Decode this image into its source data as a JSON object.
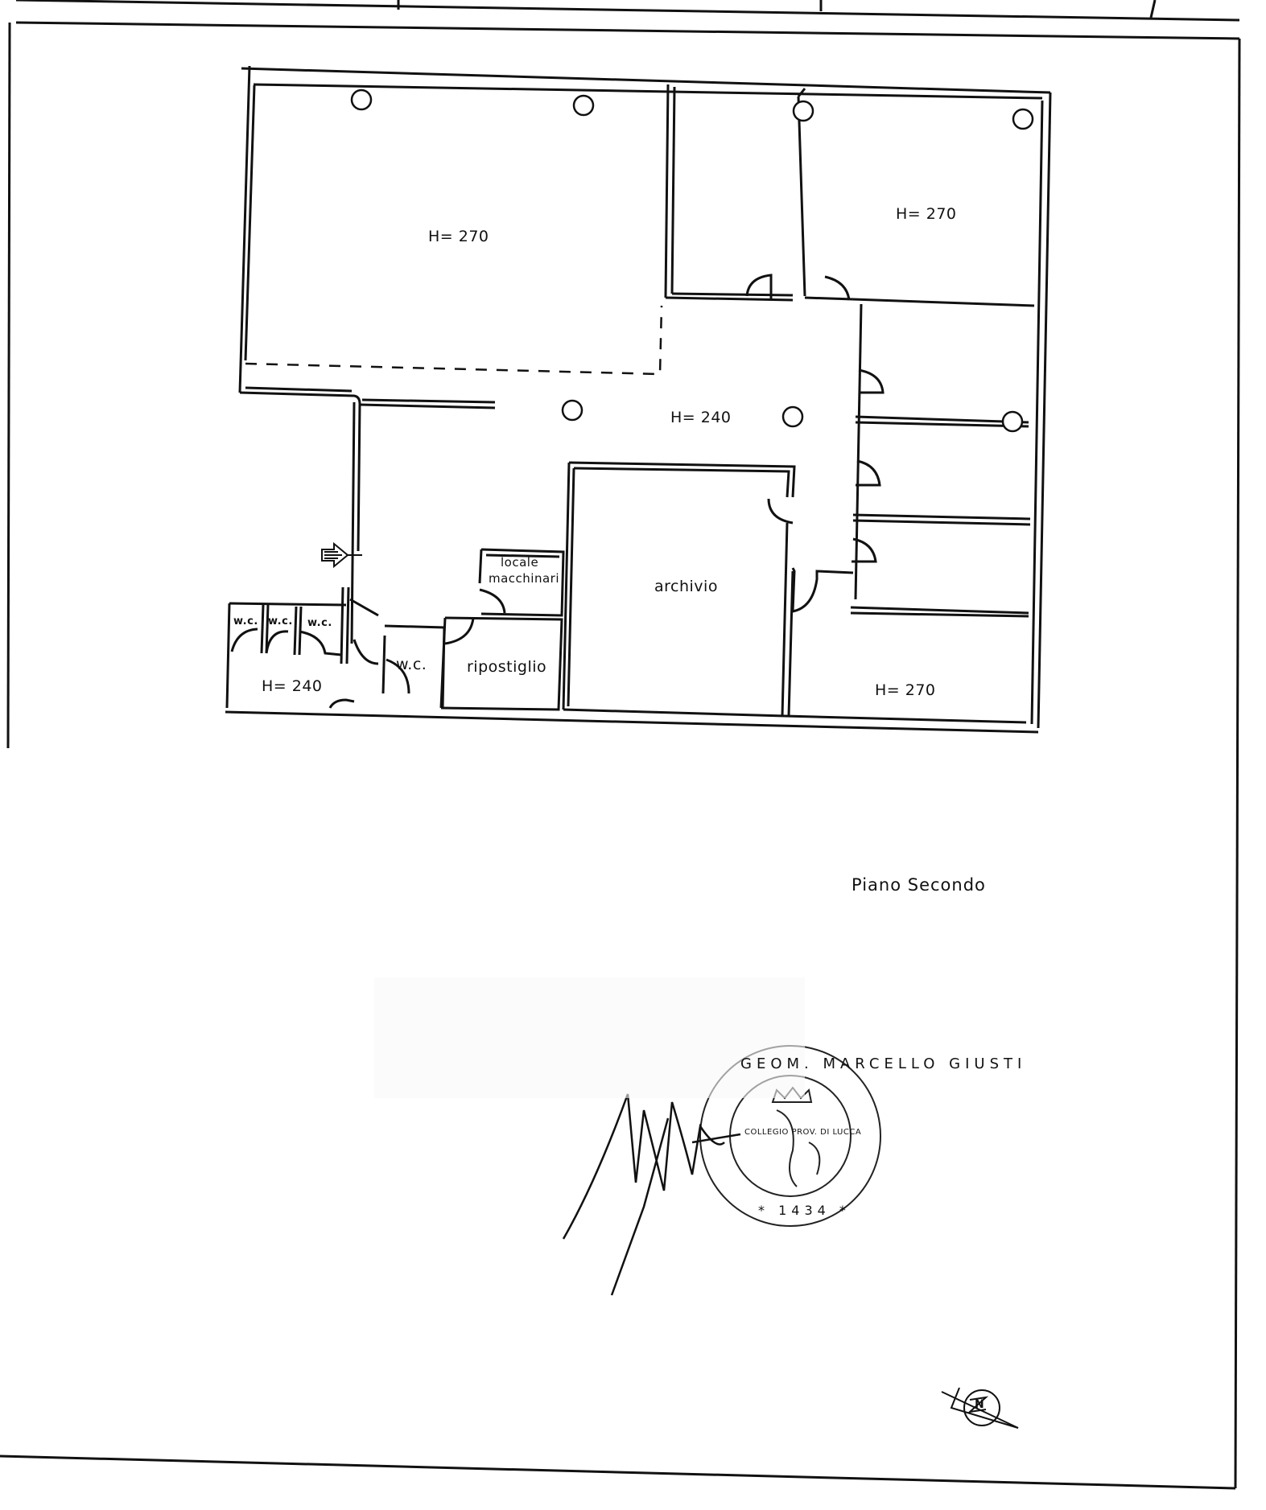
{
  "document": {
    "type": "architectural floor plan (scanned)",
    "floor_caption": "Piano Secondo",
    "colors": {
      "ink": "#111111",
      "paper": "#ffffff"
    }
  },
  "rooms": [
    {
      "id": "large-office-nw",
      "label": "H= 270"
    },
    {
      "id": "office-ne",
      "label": "H= 270"
    },
    {
      "id": "corridor",
      "label": "H= 240"
    },
    {
      "id": "office-se",
      "label": "H= 270"
    },
    {
      "id": "archive",
      "label": "archivio"
    },
    {
      "id": "machine-room",
      "label_line1": "locale",
      "label_line2": "macchinari"
    },
    {
      "id": "storage",
      "label": "ripostiglio"
    },
    {
      "id": "wc-bank",
      "label": "H= 240"
    }
  ],
  "wc_labels": [
    "w.c.",
    "w.c.",
    "w.c.",
    "w.c."
  ],
  "stamp": {
    "outer_text": "GEOM. MARCELLO GIUSTI",
    "number": "* 1434 *",
    "inner_text": "COLLEGIO PROV. DI LUCCA"
  },
  "signature": "handwritten signature",
  "north_arrow": {
    "letter": "N"
  }
}
